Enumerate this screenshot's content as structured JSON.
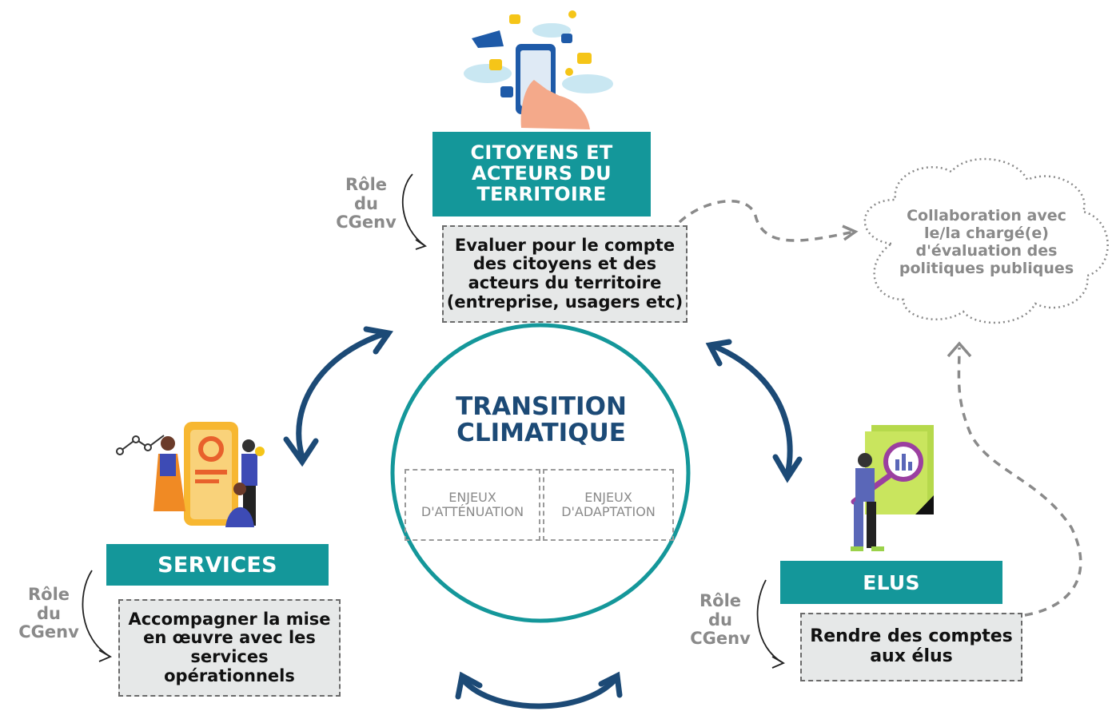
{
  "top": {
    "title_lines": [
      "CITOYENS ET",
      "ACTEURS DU",
      "TERRITOIRE"
    ],
    "role_label_lines": [
      "Rôle",
      "du",
      "CGenv"
    ],
    "role_lines": [
      "Evaluer pour le compte",
      "des citoyens et des",
      "acteurs du territoire",
      "(entreprise, usagers etc)"
    ]
  },
  "left": {
    "title": "SERVICES",
    "role_label_lines": [
      "Rôle",
      "du",
      "CGenv"
    ],
    "role_lines": [
      "Accompagner la mise",
      "en œuvre avec les",
      "services",
      "opérationnels"
    ]
  },
  "right": {
    "title": "ELUS",
    "role_label_lines": [
      "Rôle",
      "du",
      "CGenv"
    ],
    "role_lines": [
      "Rendre des comptes",
      "aux élus"
    ]
  },
  "center": {
    "title_lines": [
      "TRANSITION",
      "CLIMATIQUE"
    ],
    "enjeu_attenuation_lines": [
      "ENJEUX",
      "D'ATTÉNUATION"
    ],
    "enjeu_adaptation_lines": [
      "ENJEUX",
      "D'ADAPTATION"
    ]
  },
  "cloud": {
    "text_lines": [
      "Collaboration avec",
      "le/la chargé(e)",
      "d'évaluation des",
      "politiques publiques"
    ]
  },
  "colors": {
    "teal": "#14979a",
    "navy_arrow": "#1c4a76",
    "grey_text": "#8a8a8a",
    "role_box_bg": "#e6e8e8"
  },
  "icons": {
    "top": "smartphone-social-media-illustration",
    "left": "team-dashboard-illustration",
    "right": "person-magnifier-report-illustration"
  }
}
